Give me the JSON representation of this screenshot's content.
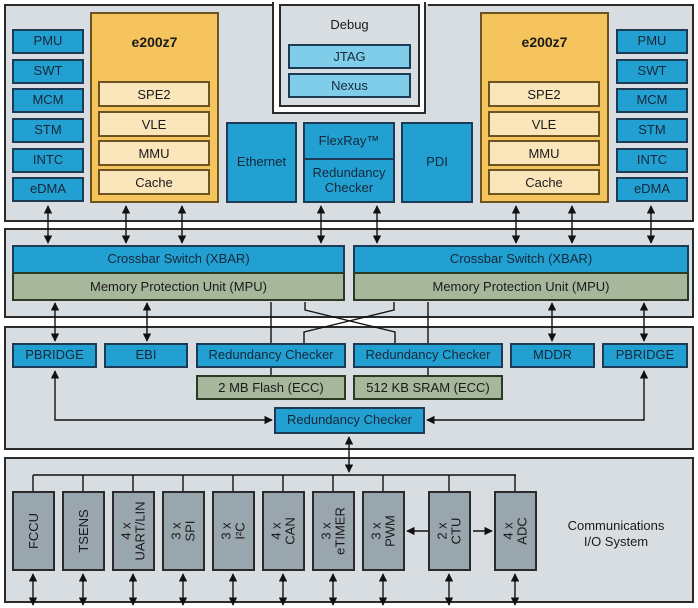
{
  "left_core_cluster": {
    "peripherals": [
      "PMU",
      "SWT",
      "MCM",
      "STM",
      "INTC",
      "eDMA"
    ],
    "core": {
      "title": "e200z7",
      "units": [
        "SPE2",
        "VLE",
        "MMU",
        "Cache"
      ]
    }
  },
  "right_core_cluster": {
    "peripherals": [
      "PMU",
      "SWT",
      "MCM",
      "STM",
      "INTC",
      "eDMA"
    ],
    "core": {
      "title": "e200z7",
      "units": [
        "SPE2",
        "VLE",
        "MMU",
        "Cache"
      ]
    }
  },
  "debug": {
    "title": "Debug",
    "items": [
      "JTAG",
      "Nexus"
    ]
  },
  "network": {
    "ethernet": "Ethernet",
    "flexray": "FlexRay™",
    "flexray_checker": "Redundancy Checker",
    "pdi": "PDI"
  },
  "interconnect": {
    "left": {
      "xbar": "Crossbar Switch (XBAR)",
      "mpu": "Memory Protection Unit (MPU)"
    },
    "right": {
      "xbar": "Crossbar Switch (XBAR)",
      "mpu": "Memory Protection Unit (MPU)"
    }
  },
  "memory_layer": {
    "pbridge_left": "PBRIDGE",
    "ebi": "EBI",
    "checker_left": "Redundancy Checker",
    "checker_right": "Redundancy Checker",
    "mddr": "MDDR",
    "pbridge_right": "PBRIDGE",
    "flash": "2 MB Flash (ECC)",
    "sram": "512 KB SRAM (ECC)",
    "bridge_checker": "Redundancy Checker"
  },
  "io_system": {
    "label_line1": "Communications",
    "label_line2": "I/O System",
    "modules": [
      {
        "line1": "FCCU",
        "line2": ""
      },
      {
        "line1": "TSENS",
        "line2": ""
      },
      {
        "line1": "4 x",
        "line2": "UART/LIN"
      },
      {
        "line1": "3 x",
        "line2": "SPI"
      },
      {
        "line1": "3 x",
        "line2": "I²C"
      },
      {
        "line1": "4 x",
        "line2": "CAN"
      },
      {
        "line1": "3 x",
        "line2": "eTIMER"
      },
      {
        "line1": "3 x",
        "line2": "PWM"
      },
      {
        "line1": "2 x",
        "line2": "CTU"
      },
      {
        "line1": "4 x",
        "line2": "ADC"
      }
    ]
  }
}
